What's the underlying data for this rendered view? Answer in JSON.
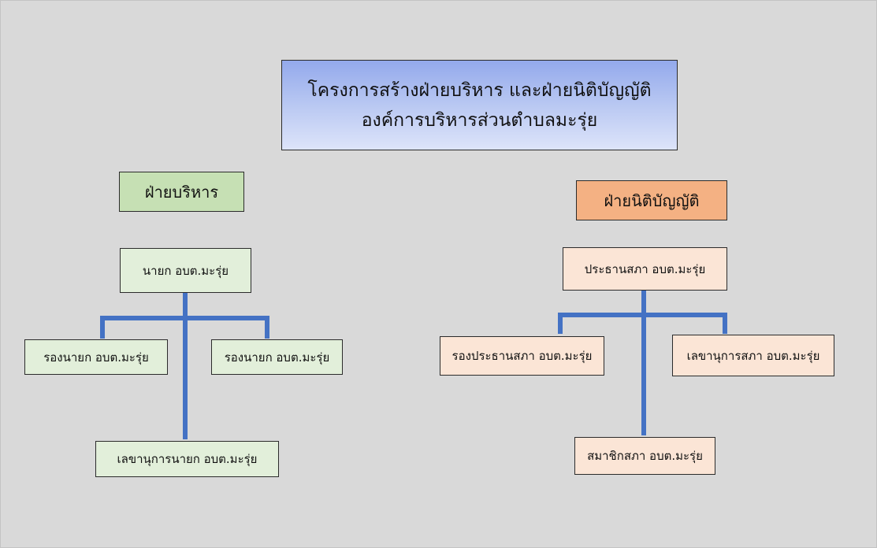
{
  "title": {
    "line1": "โครงการสร้างฝ่ายบริหาร และฝ่ายนิติบัญญัติ",
    "line2": "องค์การบริหารส่วนตำบลมะรุ่ย"
  },
  "executive": {
    "header": "ฝ่ายบริหาร",
    "head": "นายก อบต.มะรุ่ย",
    "deputy_left": "รองนายก อบต.มะรุ่ย",
    "deputy_right": "รองนายก อบต.มะรุ่ย",
    "secretary": "เลขานุการนายก อบต.มะรุ่ย"
  },
  "legislative": {
    "header": "ฝ่ายนิติบัญญัติ",
    "head": "ประธานสภา อบต.มะรุ่ย",
    "deputy": "รองประธานสภา อบต.มะรุ่ย",
    "secretary": "เลขานุการสภา อบต.มะรุ่ย",
    "member": "สมาชิกสภา อบต.มะรุ่ย"
  },
  "colors": {
    "title_fill": "#b9c8f2",
    "exec_header_fill": "#c6e0b4",
    "exec_box_fill": "#e2efda",
    "leg_header_fill": "#f4b183",
    "leg_box_fill": "#fbe5d6",
    "connector": "#4472c4",
    "background": "#d9d9d9"
  }
}
